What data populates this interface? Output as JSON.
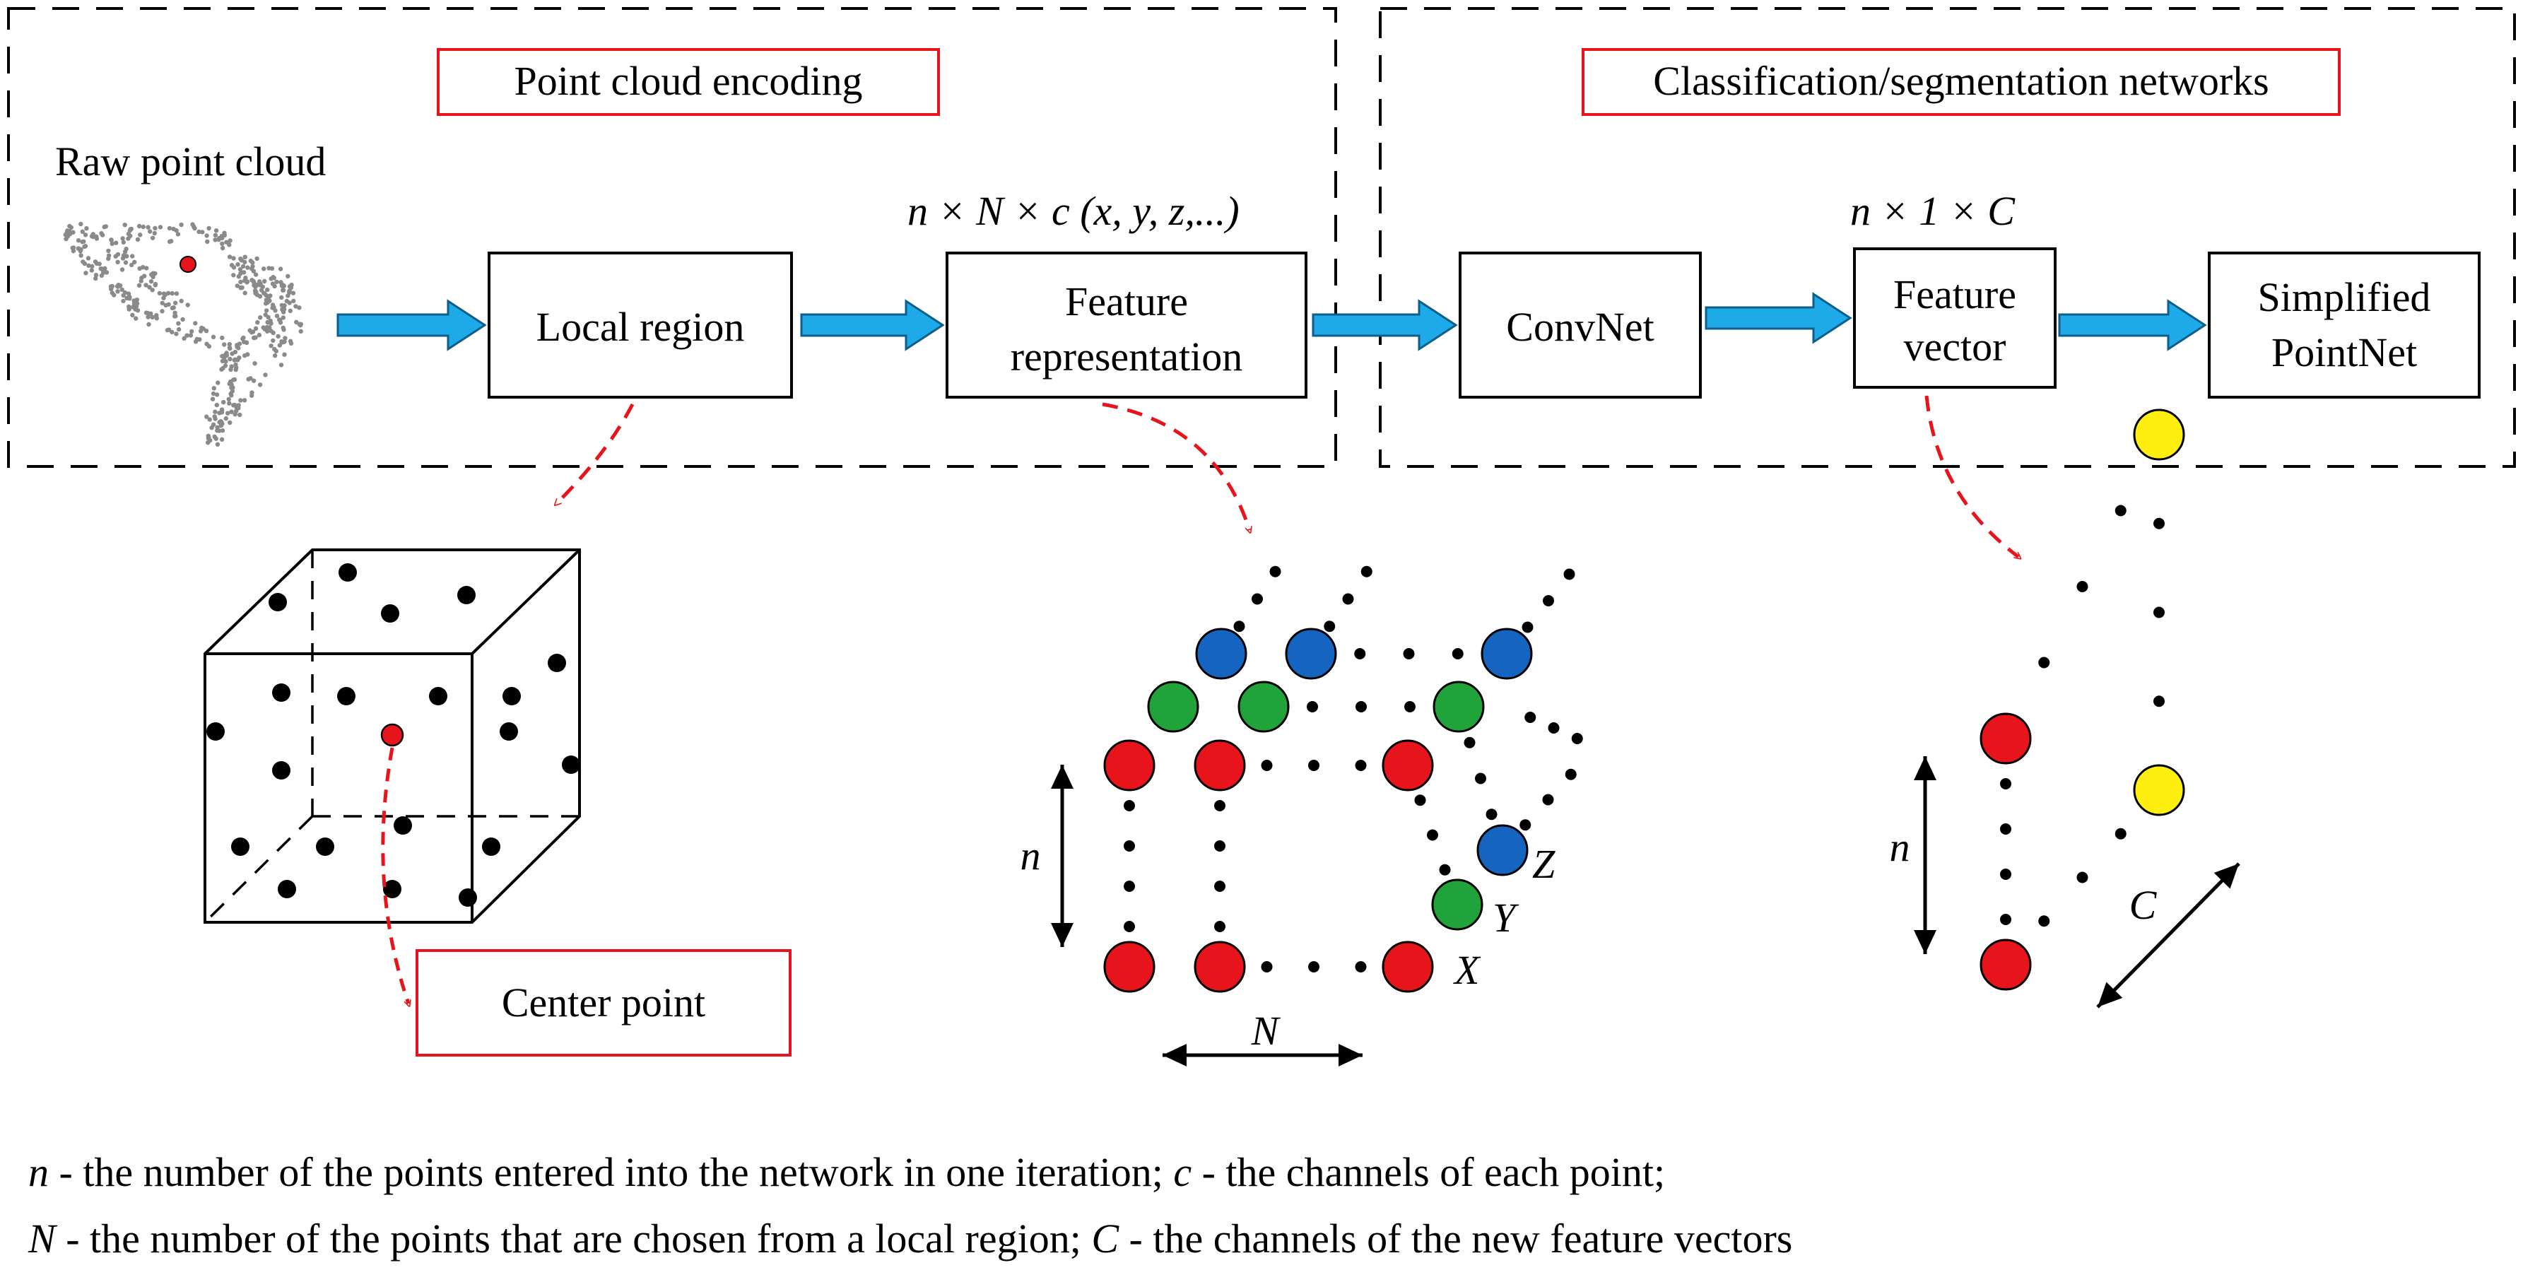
{
  "sections": {
    "encoding_title": "Point cloud encoding",
    "classification_title": "Classification/segmentation networks"
  },
  "raw_point_cloud_label": "Raw point cloud",
  "dims": {
    "encoding_dim": "n × N × c (x, y, z,...)",
    "feature_vector_dim": "n × 1 × C"
  },
  "boxes": {
    "local_region": "Local region",
    "feature_representation_line1": "Feature",
    "feature_representation_line2": "representation",
    "convnet": "ConvNet",
    "feature_vector_line1": "Feature",
    "feature_vector_line2": "vector",
    "simplified_pointnet_line1": "Simplified",
    "simplified_pointnet_line2": "PointNet"
  },
  "center_point_label": "Center point",
  "axis_labels": {
    "n_left": "n",
    "N_bottom": "N",
    "Z": "Z",
    "Y": "Y",
    "X": "X",
    "n_right": "n",
    "C_right": "C"
  },
  "caption": {
    "line1_var1": "n",
    "line1_text1": " - the number of the points entered into the network in one iteration; ",
    "line1_var2": "c",
    "line1_text2": " - the channels of each point;",
    "line2_var1": "N",
    "line2_text1": " - the number of the points that are chosen from a local region; ",
    "line2_var2": "C",
    "line2_text2": " - the channels of the new feature vectors"
  },
  "colors": {
    "red": "#e8141b",
    "green": "#1fa33a",
    "blue": "#1565c0",
    "yellow": "#ffee10",
    "arrow_blue": "#1eaae8",
    "tag_border": "#e8141b"
  }
}
